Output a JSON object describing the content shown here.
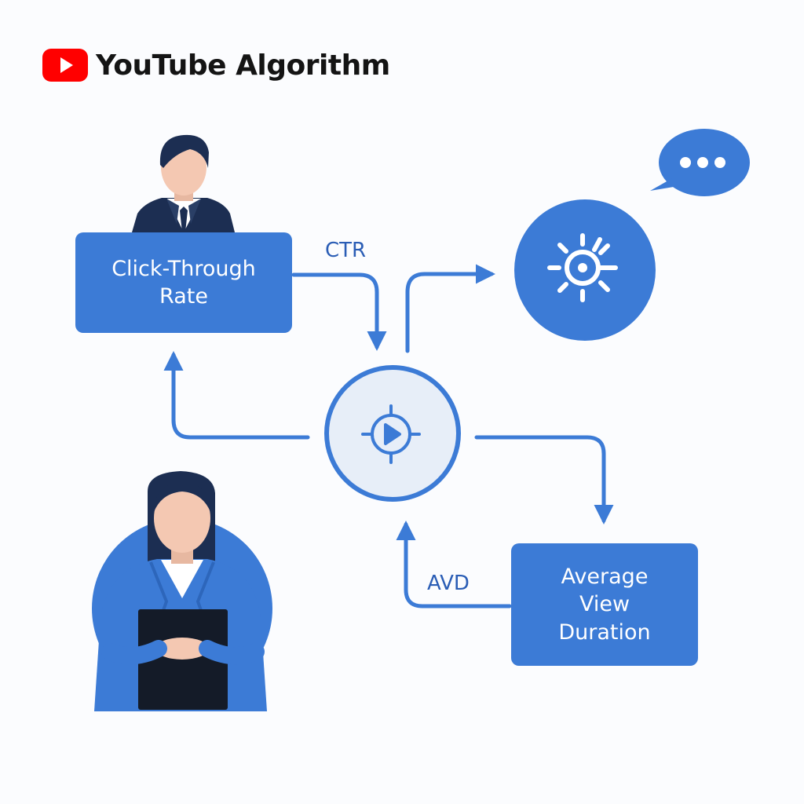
{
  "header": {
    "title": "YouTube Algorithm",
    "logo_icon": "youtube-logo-icon"
  },
  "nodes": {
    "click_through_rate": {
      "lines": [
        "Click-Through",
        "Rate"
      ]
    },
    "average_view_duration": {
      "lines": [
        "Average",
        "View",
        "Duration"
      ]
    },
    "center": {
      "icon": "play-target-icon"
    },
    "engagement": {
      "icon": "gear-target-icon"
    },
    "comment": {
      "icon": "speech-bubble-icon"
    }
  },
  "labels": {
    "ctr": "CTR",
    "avd": "AVD"
  },
  "colors": {
    "primary_blue": "#3c7bd6",
    "dark_navy": "#1c2e52",
    "youtube_red": "#ff0000",
    "background": "#fbfcfe"
  }
}
